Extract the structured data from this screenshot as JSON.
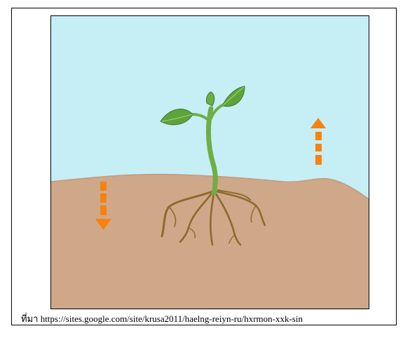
{
  "caption": "ที่มา https://sites.google.com/site/krusa2011/haelng-reiyn-ru/hxrmon-xxk-sin",
  "colors": {
    "sky": "#c6eef5",
    "soil": "#cfa889",
    "soil_edge": "#b98e6e",
    "arrow": "#f7820f",
    "stem": "#6fae47",
    "leaf": "#5da33a",
    "root": "#8a6b2c"
  },
  "arrows": [
    {
      "name": "shoot-growth-arrow",
      "direction": "up"
    },
    {
      "name": "root-growth-arrow",
      "direction": "down"
    }
  ]
}
